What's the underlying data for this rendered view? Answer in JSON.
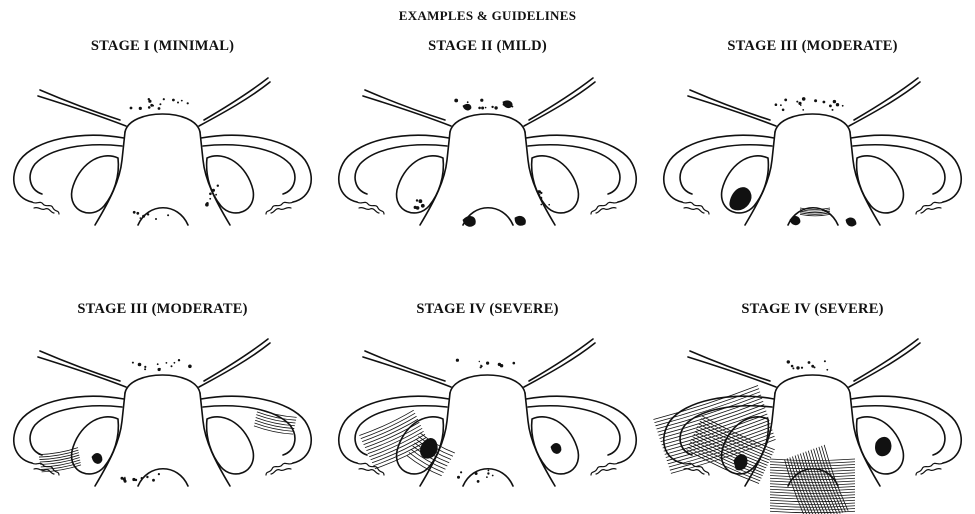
{
  "header": {
    "title": "EXAMPLES & GUIDELINES"
  },
  "panels": [
    {
      "title": "STAGE I (MINIMAL)",
      "severity": "minimal"
    },
    {
      "title": "STAGE II (MILD)",
      "severity": "mild"
    },
    {
      "title": "STAGE III (MODERATE)",
      "severity": "moderate"
    },
    {
      "title": "STAGE III (MODERATE)",
      "severity": "moderate-adhesions"
    },
    {
      "title": "STAGE IV (SEVERE)",
      "severity": "severe"
    },
    {
      "title": "STAGE IV (SEVERE)",
      "severity": "severe-extensive"
    }
  ],
  "colors": {
    "ink": "#111111",
    "background": "#ffffff"
  }
}
